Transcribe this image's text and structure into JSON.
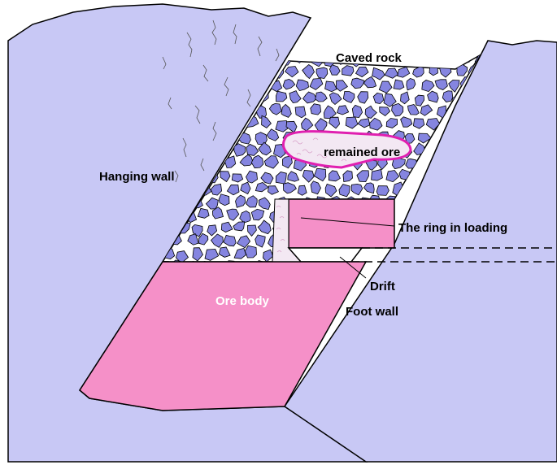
{
  "labels": {
    "caved_rock": "Caved rock",
    "remained_ore": "remained ore",
    "hanging_wall": "Hanging wall",
    "ring_in_loading": "The ring in loading",
    "drift": "Drift",
    "ore_body": "Ore body",
    "foot_wall": "Foot wall"
  },
  "colors": {
    "wall": "#c8c8f5",
    "rock": "#8585e0",
    "ore": "#f590c8",
    "ore_border": "#e020b0",
    "speckle": "#f3e8f3",
    "outline": "#000000"
  }
}
